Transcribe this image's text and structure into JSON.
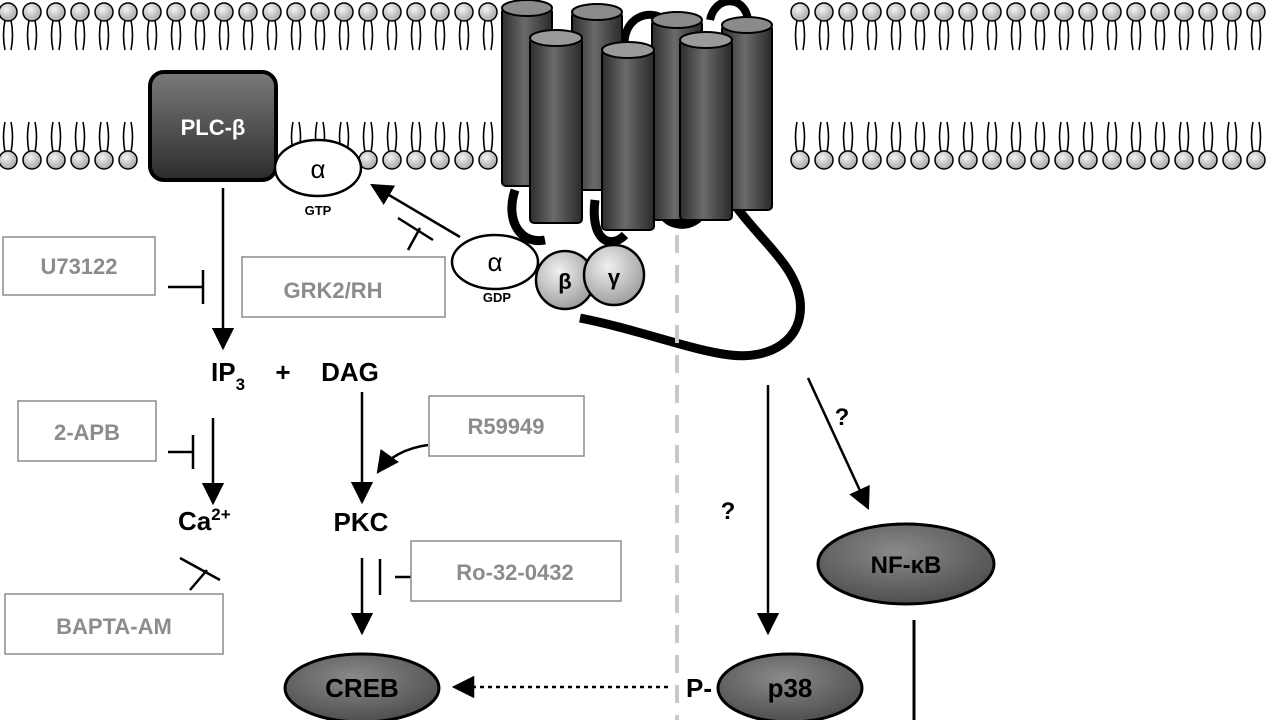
{
  "plc": {
    "label": "PLC-β"
  },
  "g_alpha_active": {
    "symbol": "α",
    "nucleotide": "GTP"
  },
  "g_alpha_inactive": {
    "symbol": "α",
    "nucleotide": "GDP"
  },
  "g_beta": {
    "symbol": "β"
  },
  "g_gamma": {
    "symbol": "γ"
  },
  "inhibitors": {
    "u73122": "U73122",
    "grk2": "GRK2/RH",
    "apb": "2-APB",
    "r59949": "R59949",
    "ro": "Ro-32-0432",
    "bapta": "BAPTA-AM"
  },
  "messengers": {
    "ip3": "IP",
    "ip3_sub": "3",
    "plus": "+",
    "dag": "DAG",
    "ca": "Ca",
    "ca_sup": "2+",
    "pkc": "PKC"
  },
  "nodes": {
    "creb": "CREB",
    "p38": "p38",
    "p38_prefix": "P-",
    "nfkb": "NF-κB"
  },
  "unknowns": {
    "q1": "?",
    "q2": "?"
  },
  "colors": {
    "helix_dark": "#3a3a3a",
    "helix_mid": "#5c5c5c",
    "helix_top": "#8a8a8a",
    "node_fill": "#5e5e5e",
    "lipid_head": "#c9c9c9",
    "inhibitor_text": "#8c8c8c",
    "dash_line": "#c8c8c8"
  }
}
